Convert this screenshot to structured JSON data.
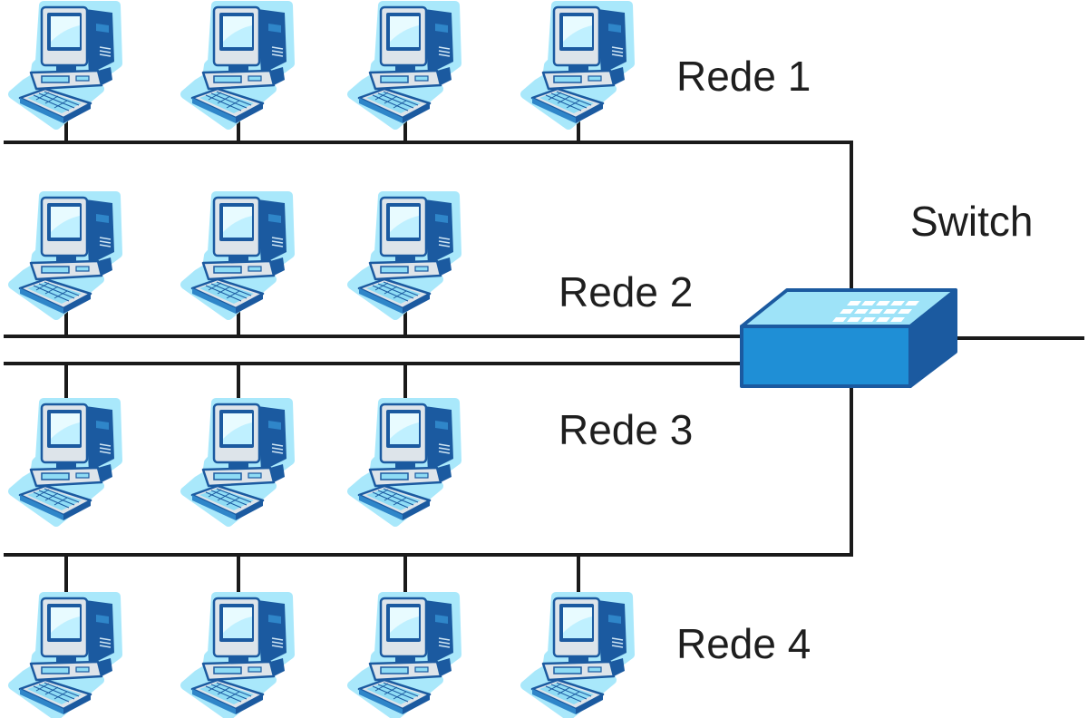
{
  "diagram": {
    "title": "",
    "networks": [
      {
        "label": "Rede 1",
        "computers": 4
      },
      {
        "label": "Rede 2",
        "computers": 3
      },
      {
        "label": "Rede 3",
        "computers": 3
      },
      {
        "label": "Rede 4",
        "computers": 4
      }
    ],
    "switch": {
      "label": "Switch",
      "icon": "network-switch-icon"
    },
    "node_icon": "desktop-computer-icon"
  },
  "colors": {
    "line": "#1a1a1a",
    "text": "#1e1e1e",
    "switch_front": "#1f8fd6",
    "switch_top": "#9ee3f8",
    "switch_side": "#1b5aa0",
    "monitor_casing": "#dde4ea",
    "monitor_screen": "#bff0ff",
    "computer_glow": "#a9e8fb"
  }
}
